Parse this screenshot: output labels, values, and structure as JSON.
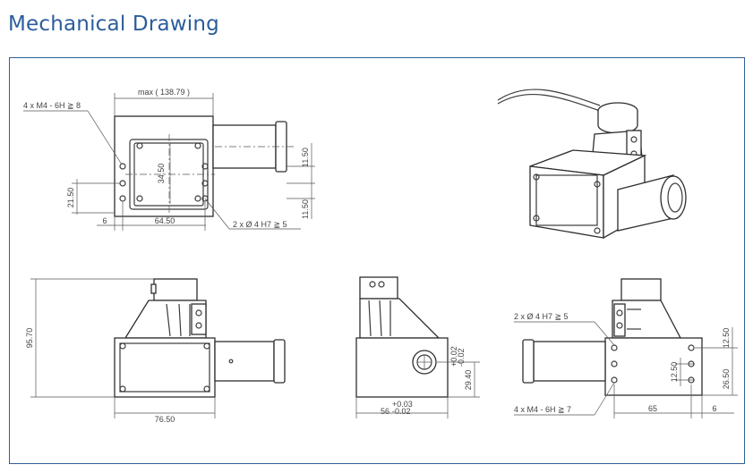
{
  "title": "Mechanical Drawing",
  "top_view": {
    "overall_width": "max ( 138.79 )",
    "thread_callout": "4 x  M4 - 6H ≧ 8",
    "pocket_height": "34.50",
    "right_upper": "11.50",
    "right_lower": "11.50",
    "left_height": "21.50",
    "offset": "6",
    "hole_spacing": "64.50",
    "pin_callout": "2 x  Ø 4  H7 ≧ 5"
  },
  "front_view": {
    "height": "95.70",
    "width": "76.50"
  },
  "side_view": {
    "width": "56",
    "width_tol_upper": "+0.03",
    "width_tol_lower": "-0.02",
    "axis_height": "29.40",
    "axis_tol_upper": "+0.02",
    "axis_tol_lower": "-0.02"
  },
  "back_view": {
    "pin_callout": "2 x  Ø 4  H7 ≧ 5",
    "thread_callout": "4 x  M4 - 6H ≧ 7",
    "spacing_upper": "12.50",
    "spacing_mid": "12.50",
    "spacing_lower": "26.50",
    "width": "65",
    "offset": "6"
  }
}
